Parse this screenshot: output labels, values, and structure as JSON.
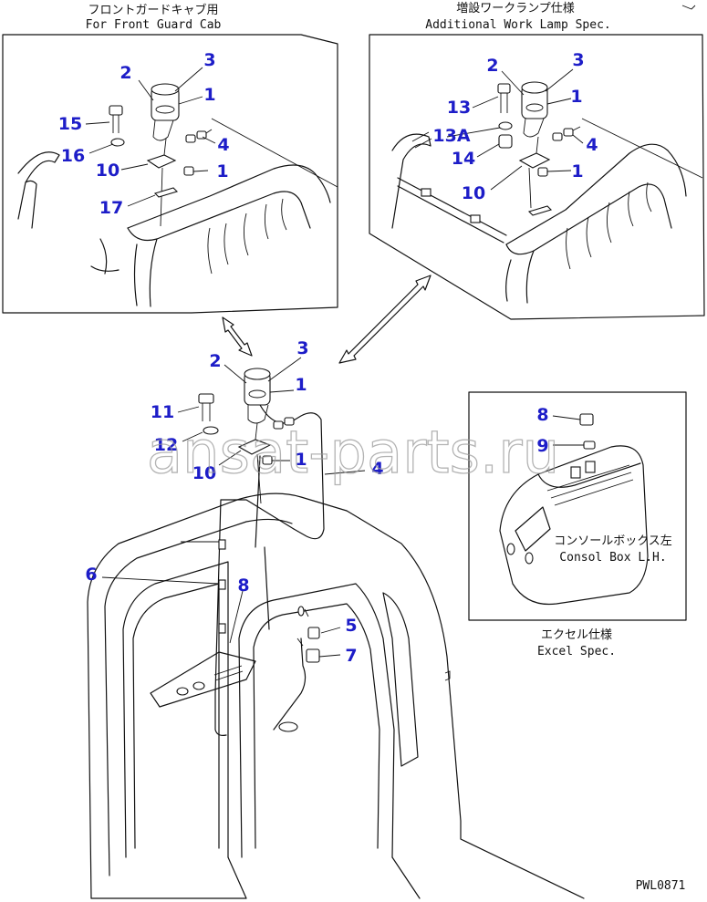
{
  "captions": {
    "front_guard_jp": "フロントガードキャブ用",
    "front_guard_en": "For Front Guard Cab",
    "work_lamp_jp": "増設ワークランプ仕様",
    "work_lamp_en": "Additional Work Lamp Spec.",
    "console_jp": "コンソールボックス左",
    "console_en": "Consol Box L.H.",
    "excel_jp": "エクセル仕様",
    "excel_en": "Excel Spec.",
    "drawing_code": "PWL0871",
    "watermark": "ansat-parts.ru"
  },
  "callouts": {
    "front_guard": [
      "2",
      "3",
      "1",
      "15",
      "16",
      "10",
      "4",
      "1",
      "17"
    ],
    "work_lamp": [
      "2",
      "3",
      "13",
      "1",
      "13A",
      "14",
      "4",
      "1",
      "10"
    ],
    "main": [
      "3",
      "2",
      "1",
      "11",
      "12",
      "10",
      "1",
      "4",
      "6",
      "8",
      "5",
      "7"
    ],
    "console": [
      "8",
      "9"
    ]
  },
  "colors": {
    "callout": "#1d1dc8",
    "line": "#111111",
    "watermark": "#9a9a9a"
  }
}
